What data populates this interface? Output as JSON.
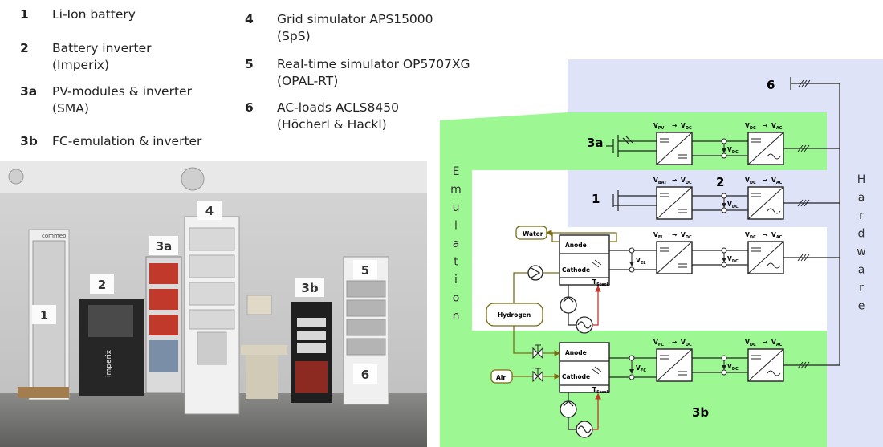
{
  "legend": [
    {
      "num": "1",
      "line1": "Li-Ion battery",
      "line2": ""
    },
    {
      "num": "2",
      "line1": "Battery inverter",
      "line2": "(Imperix)"
    },
    {
      "num": "3a",
      "line1": "PV-modules & inverter",
      "line2": "(SMA)"
    },
    {
      "num": "3b",
      "line1": "FC-emulation & inverter",
      "line2": ""
    },
    {
      "num": "4",
      "line1": "Grid simulator APS15000",
      "line2": "(SpS)"
    },
    {
      "num": "5",
      "line1": "Real-time simulator OP5707XG",
      "line2": "(OPAL-RT)"
    },
    {
      "num": "6",
      "line1": "AC-loads ACLS8450",
      "line2": "(Höcherl & Hackl)"
    }
  ],
  "photo": {
    "tags": [
      "1",
      "2",
      "3a",
      "4",
      "3b",
      "5",
      "6"
    ],
    "brand_commeo": "commeo",
    "brand_imperix": "imperix"
  },
  "schematic": {
    "side_left": [
      "E",
      "m",
      "u",
      "l",
      "a",
      "t",
      "i",
      "o",
      "n"
    ],
    "side_right": [
      "H",
      "a",
      "r",
      "d",
      "w",
      "a",
      "r",
      "e"
    ],
    "labels": {
      "n6": "6",
      "n3a": "3a",
      "n1": "1",
      "n2": "2",
      "n3b": "3b",
      "water": "Water",
      "hydrogen": "Hydrogen",
      "air": "Air",
      "anode": "Anode",
      "cathode": "Cathode",
      "tstack": "T",
      "tstack_sub": "Stack"
    },
    "converter_labels": {
      "pv_in": "V",
      "pv_in_sub": "PV",
      "dc": "V",
      "dc_sub": "DC",
      "ac": "V",
      "ac_sub": "AC",
      "bat_in": "V",
      "bat_in_sub": "BAT",
      "el_in": "V",
      "el_in_sub": "EL",
      "fc_in": "V",
      "fc_in_sub": "FC",
      "arrow": "→"
    },
    "colors": {
      "hardware": "#dfe3f8",
      "emulation": "#9df893",
      "line": "#222222",
      "olive": "#7b6d14",
      "red": "#c0392b"
    }
  }
}
